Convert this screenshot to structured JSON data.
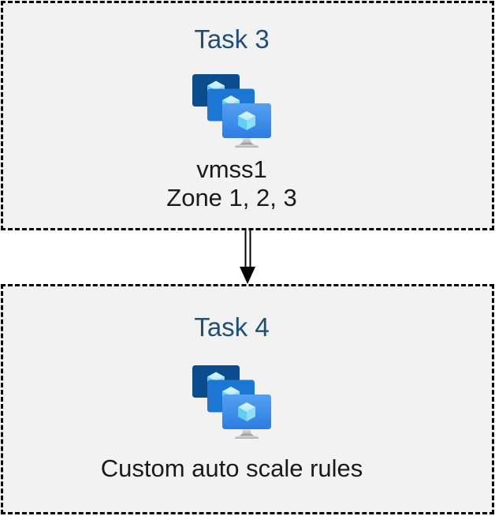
{
  "page": {
    "background": "#ffffff",
    "box_background": "#f2f2f2",
    "box_border_color": "#000000",
    "title_color": "#1f4e79",
    "body_text_color": "#1a1a1a"
  },
  "boxes": [
    {
      "title": "Task 3",
      "icon": "vm-scale-sets-icon",
      "lines": [
        "vmss1",
        "Zone 1, 2, 3"
      ]
    },
    {
      "title": "Task 4",
      "icon": "vm-scale-sets-icon",
      "lines": [
        "Custom auto scale rules"
      ]
    }
  ],
  "connector": {
    "name": "double-line-down-arrow",
    "from": "Task 3",
    "to": "Task 4",
    "color": "#000000"
  },
  "icon_palette": {
    "monitor_back": "#0a4c8e",
    "monitor_middle": "#1b76d4",
    "monitor_front_top": "#54a0f0",
    "monitor_front_bottom": "#2c7de1",
    "cube_top": "#c6eefb",
    "cube_left": "#62cef2",
    "cube_right": "#8edef7",
    "stand_light": "#e4e4e4",
    "stand_dark": "#8f8f8f"
  }
}
